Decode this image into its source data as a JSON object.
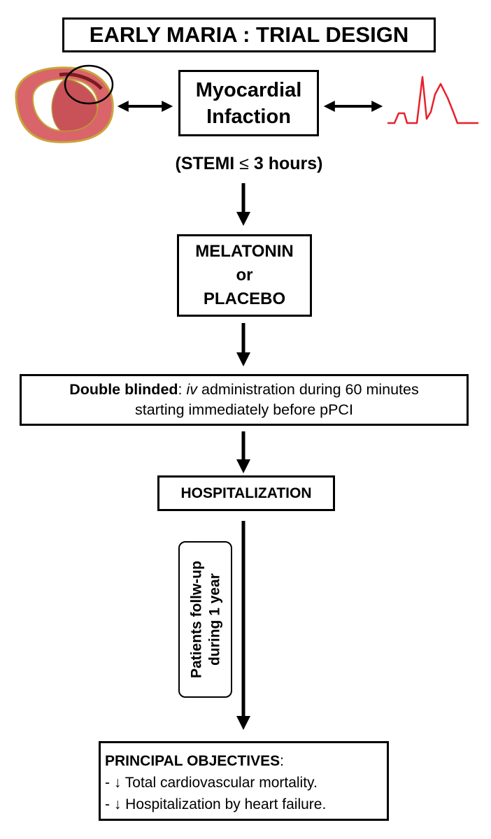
{
  "title": "EARLY MARIA : TRIAL DESIGN",
  "mi_box": {
    "line1": "Myocardial",
    "line2": "Infaction"
  },
  "stemi": {
    "open": "(STEMI ",
    "symbol": "≤",
    "rest": " 3 hours)"
  },
  "treatment": {
    "line1": "MELATONIN",
    "line2": "or",
    "line3": "PLACEBO"
  },
  "admin": {
    "bold": "Double blinded",
    "colon": ": ",
    "italic": "iv",
    "rest": " administration during 60 minutes",
    "line2": "starting immediately before pPCI"
  },
  "hospitalization": "HOSPITALIZATION",
  "followup": {
    "line1": "Patients follw-up",
    "line2": "during 1 year"
  },
  "objectives": {
    "title": "PRINCIPAL OBJECTIVES",
    "title_colon": ":",
    "items": [
      {
        "prefix": "- ↓",
        "text": " Total cardiovascular mortality."
      },
      {
        "prefix": "- ↓",
        "text": " Hospitalization by heart failure."
      }
    ]
  },
  "colors": {
    "ecg": "#e8202a",
    "heart_tissue": "#d9646a",
    "heart_outline": "#c9a43a"
  },
  "icons": [
    "heart-cross-section-icon",
    "ecg-trace-icon",
    "double-arrow-icon",
    "down-arrow-icon"
  ]
}
